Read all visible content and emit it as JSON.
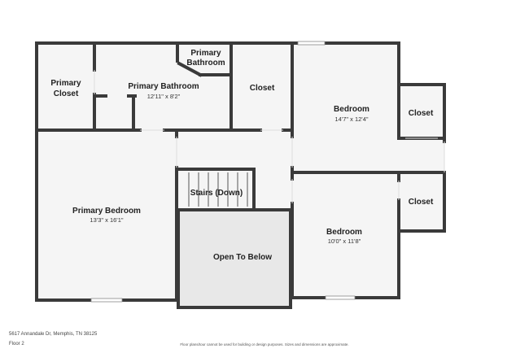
{
  "rooms": {
    "primary_closet": {
      "name_line1": "Primary",
      "name_line2": "Closet"
    },
    "primary_bathroom": {
      "name": "Primary Bathroom",
      "dims": "12'11\" x 8'2\""
    },
    "primary_bathroom_small": {
      "name_line1": "Primary",
      "name_line2": "Bathroom"
    },
    "closet_center": {
      "name": "Closet"
    },
    "bedroom_upper": {
      "name": "Bedroom",
      "dims": "14'7\" x 12'4\""
    },
    "closet_right_upper": {
      "name": "Closet"
    },
    "closet_right_lower": {
      "name": "Closet"
    },
    "primary_bedroom": {
      "name": "Primary Bedroom",
      "dims": "13'3\" x 16'1\""
    },
    "stairs": {
      "name": "Stairs (Down)"
    },
    "open_to_below": {
      "name": "Open To Below"
    },
    "bedroom_lower": {
      "name": "Bedroom",
      "dims": "10'0\" x 11'8\""
    }
  },
  "footer": {
    "address": "5617 Annandale Dr, Memphis, TN 38125",
    "floor": "Floor 2",
    "disclaimer": "Floor plans/tour cannot be used for building or design purposes. Sizes and dimensions are approximate."
  },
  "colors": {
    "wall": "#3a3a3a",
    "floor": "#f5f5f5",
    "open_below": "#e8e8e8",
    "window": "#ffffff"
  }
}
